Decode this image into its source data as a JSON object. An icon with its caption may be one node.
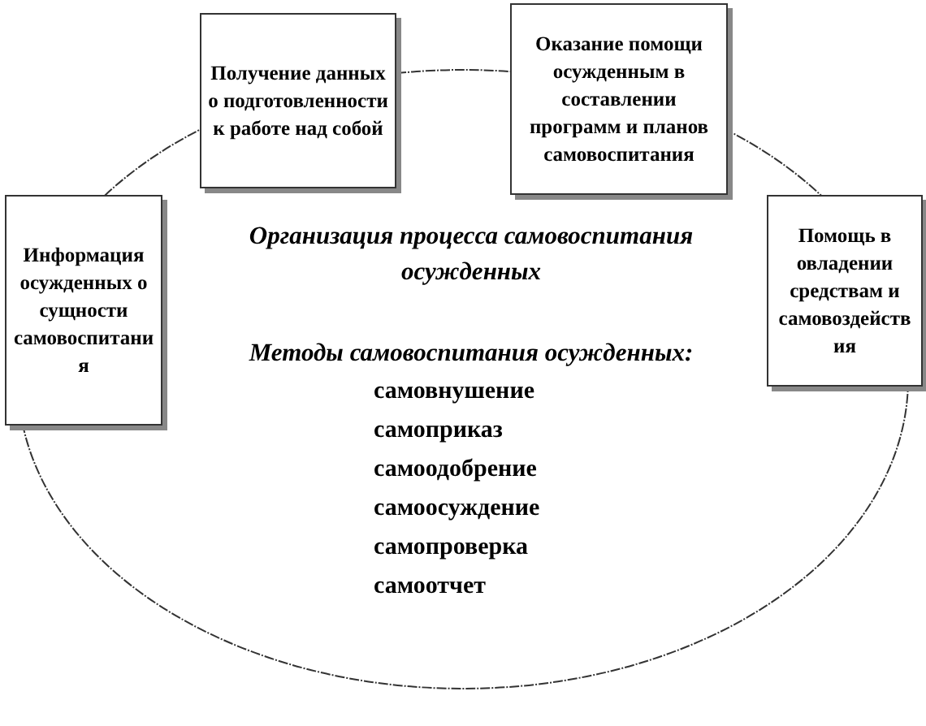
{
  "diagram": {
    "nodes": [
      {
        "text": [
          "Организация процесса самовоспитания осужденных",
          "Методы самовоспитания осужденных:",
          "самовнушение",
          "самоприказ",
          "самоодобрение",
          "самоосуждение",
          "самопроверка",
          "самоотчет"
        ]
      },
      {
        "text": [
          "Получение данных о подготовленности к работе над собой"
        ]
      },
      {
        "text": [
          "Оказание помощи осужденным в составлении программ и планов самовоспитания"
        ]
      },
      {
        "text": [
          "Информация осужденных о сущности самовоспитания"
        ]
      },
      {
        "text": [
          "Помощь в овладении средствам и самовоздействия"
        ]
      }
    ]
  }
}
